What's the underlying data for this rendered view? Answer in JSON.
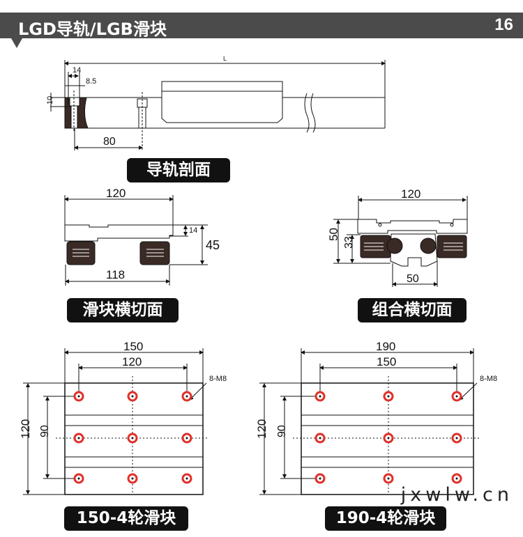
{
  "header": {
    "title": "LGD导轨/LGB滑块",
    "page_number": "16"
  },
  "rail_section": {
    "label": "导轨剖面",
    "dims": {
      "length": "L",
      "d14": "14",
      "d8_5": "8.5",
      "d10": "10",
      "d80": "80"
    }
  },
  "slider_section": {
    "label": "滑块横切面",
    "dims": {
      "width": "120",
      "bottom": "118",
      "d14": "14",
      "height": "45"
    }
  },
  "combo_section": {
    "label": "组合横切面",
    "dims": {
      "width": "120",
      "height": "50",
      "d33": "33",
      "d50": "50"
    }
  },
  "block_150": {
    "label": "150-4轮滑块",
    "dims": {
      "outer": "150",
      "inner": "120",
      "height": "120",
      "inner_height": "90",
      "holes": "8-M8"
    }
  },
  "block_190": {
    "label": "190-4轮滑块",
    "dims": {
      "outer": "190",
      "inner": "150",
      "height": "120",
      "inner_height": "90",
      "holes": "8-M8"
    }
  },
  "watermark": "jxwlw.cn",
  "colors": {
    "header": "#4b4b4b",
    "hole": "#e0302a",
    "dark": "#3a2a26"
  }
}
